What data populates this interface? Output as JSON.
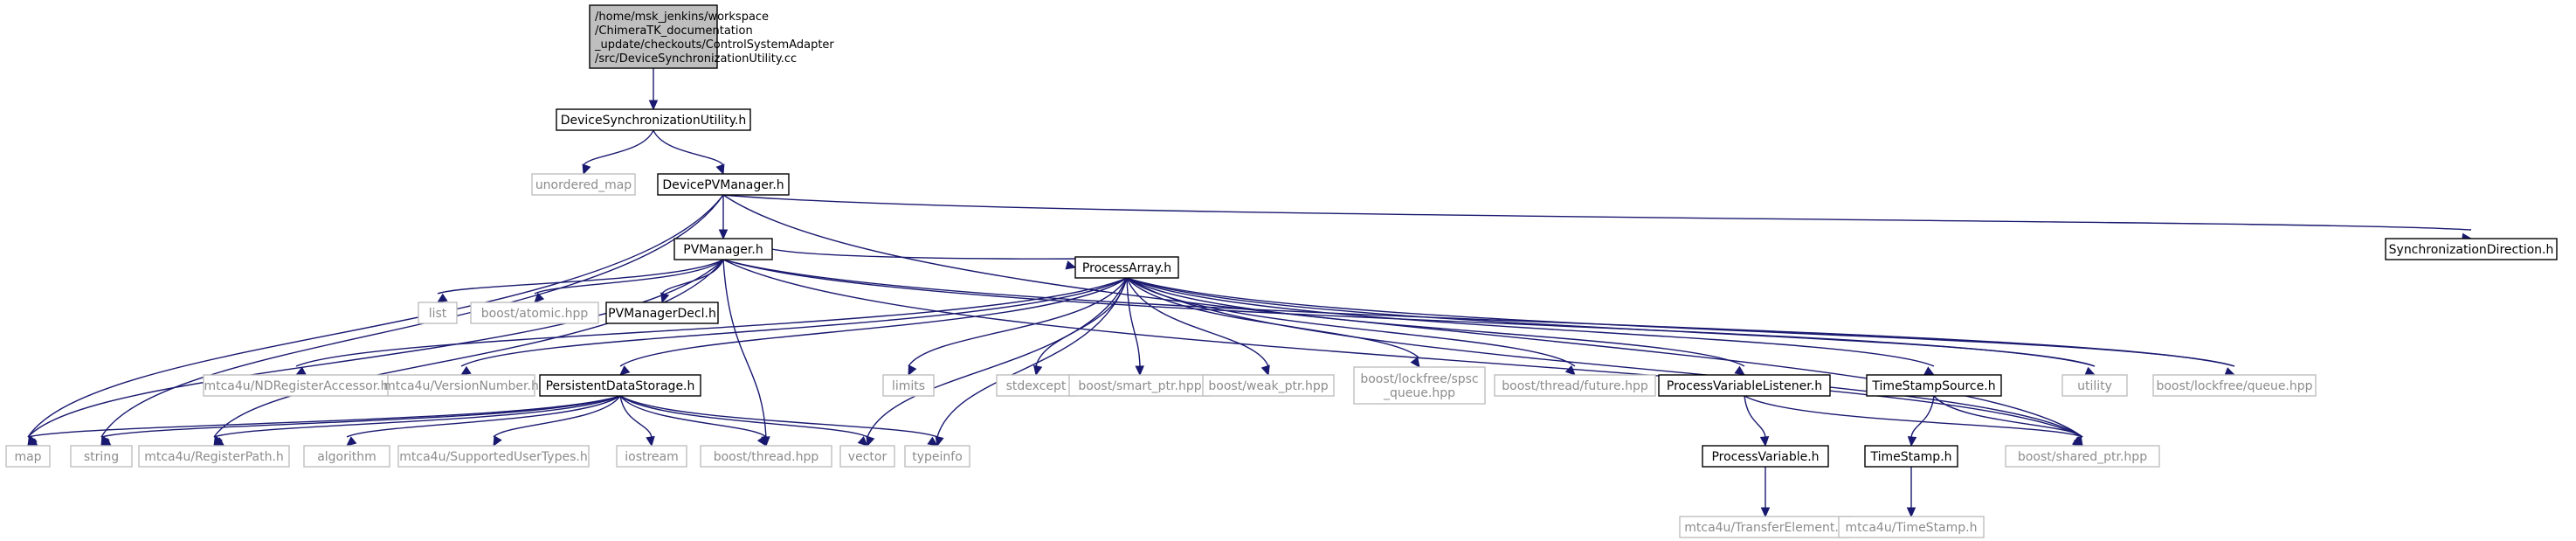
{
  "diagram": {
    "edge_color": "#191970",
    "root_fill": "#bfbfbf",
    "external_border": "#bfbfbf",
    "nodes": [
      {
        "id": "root",
        "kind": "root",
        "lines": [
          "/home/msk_jenkins/workspace",
          "/ChimeraTK_documentation",
          "_update/checkouts/ControlSystemAdapter",
          "/src/DeviceSynchronizationUtility.cc"
        ]
      },
      {
        "id": "dsu",
        "kind": "documented",
        "lines": [
          "DeviceSynchronizationUtility.h"
        ]
      },
      {
        "id": "unordered_map",
        "kind": "external",
        "lines": [
          "unordered_map"
        ]
      },
      {
        "id": "devicepv",
        "kind": "documented",
        "lines": [
          "DevicePVManager.h"
        ]
      },
      {
        "id": "syncdir",
        "kind": "documented",
        "lines": [
          "SynchronizationDirection.h"
        ]
      },
      {
        "id": "pvmanager",
        "kind": "documented",
        "lines": [
          "PVManager.h"
        ]
      },
      {
        "id": "list",
        "kind": "external",
        "lines": [
          "list"
        ]
      },
      {
        "id": "atomic",
        "kind": "external",
        "lines": [
          "boost/atomic.hpp"
        ]
      },
      {
        "id": "pvmdecl",
        "kind": "documented",
        "lines": [
          "PVManagerDecl.h"
        ]
      },
      {
        "id": "processarray",
        "kind": "documented",
        "lines": [
          "ProcessArray.h"
        ]
      },
      {
        "id": "ndreg",
        "kind": "external",
        "lines": [
          "mtca4u/NDRegisterAccessor.h"
        ]
      },
      {
        "id": "version",
        "kind": "external",
        "lines": [
          "mtca4u/VersionNumber.h"
        ]
      },
      {
        "id": "persistent",
        "kind": "documented",
        "lines": [
          "PersistentDataStorage.h"
        ]
      },
      {
        "id": "limits",
        "kind": "external",
        "lines": [
          "limits"
        ]
      },
      {
        "id": "stdexcept",
        "kind": "external",
        "lines": [
          "stdexcept"
        ]
      },
      {
        "id": "smartptr",
        "kind": "external",
        "lines": [
          "boost/smart_ptr.hpp"
        ]
      },
      {
        "id": "weakptr",
        "kind": "external",
        "lines": [
          "boost/weak_ptr.hpp"
        ]
      },
      {
        "id": "spsc",
        "kind": "external",
        "lines": [
          "boost/lockfree/spsc",
          "_queue.hpp"
        ]
      },
      {
        "id": "future",
        "kind": "external",
        "lines": [
          "boost/thread/future.hpp"
        ]
      },
      {
        "id": "pvlistener",
        "kind": "documented",
        "lines": [
          "ProcessVariableListener.h"
        ]
      },
      {
        "id": "tssource",
        "kind": "documented",
        "lines": [
          "TimeStampSource.h"
        ]
      },
      {
        "id": "utility",
        "kind": "external",
        "lines": [
          "utility"
        ]
      },
      {
        "id": "lfqueue",
        "kind": "external",
        "lines": [
          "boost/lockfree/queue.hpp"
        ]
      },
      {
        "id": "map",
        "kind": "external",
        "lines": [
          "map"
        ]
      },
      {
        "id": "string",
        "kind": "external",
        "lines": [
          "string"
        ]
      },
      {
        "id": "regpath",
        "kind": "external",
        "lines": [
          "mtca4u/RegisterPath.h"
        ]
      },
      {
        "id": "algorithm",
        "kind": "external",
        "lines": [
          "algorithm"
        ]
      },
      {
        "id": "supported",
        "kind": "external",
        "lines": [
          "mtca4u/SupportedUserTypes.h"
        ]
      },
      {
        "id": "iostream",
        "kind": "external",
        "lines": [
          "iostream"
        ]
      },
      {
        "id": "thread",
        "kind": "external",
        "lines": [
          "boost/thread.hpp"
        ]
      },
      {
        "id": "vector",
        "kind": "external",
        "lines": [
          "vector"
        ]
      },
      {
        "id": "typeinfo",
        "kind": "external",
        "lines": [
          "typeinfo"
        ]
      },
      {
        "id": "sharedptr",
        "kind": "external",
        "lines": [
          "boost/shared_ptr.hpp"
        ]
      },
      {
        "id": "processvariable",
        "kind": "documented",
        "lines": [
          "ProcessVariable.h"
        ]
      },
      {
        "id": "timestamp",
        "kind": "documented",
        "lines": [
          "TimeStamp.h"
        ]
      },
      {
        "id": "transfer",
        "kind": "external",
        "lines": [
          "mtca4u/TransferElement.h"
        ]
      },
      {
        "id": "mtcats",
        "kind": "external",
        "lines": [
          "mtca4u/TimeStamp.h"
        ]
      }
    ],
    "edges": [
      [
        "root",
        "dsu"
      ],
      [
        "dsu",
        "unordered_map"
      ],
      [
        "dsu",
        "devicepv"
      ],
      [
        "devicepv",
        "syncdir"
      ],
      [
        "devicepv",
        "pvmanager"
      ],
      [
        "devicepv",
        "map"
      ],
      [
        "devicepv",
        "string"
      ],
      [
        "devicepv",
        "sharedptr"
      ],
      [
        "pvmanager",
        "list"
      ],
      [
        "pvmanager",
        "atomic"
      ],
      [
        "pvmanager",
        "pvmdecl"
      ],
      [
        "pvmanager",
        "processarray"
      ],
      [
        "pvmanager",
        "map"
      ],
      [
        "pvmanager",
        "regpath"
      ],
      [
        "pvmanager",
        "thread"
      ],
      [
        "pvmanager",
        "utility"
      ],
      [
        "pvmanager",
        "lfqueue"
      ],
      [
        "pvmanager",
        "sharedptr"
      ],
      [
        "processarray",
        "ndreg"
      ],
      [
        "processarray",
        "version"
      ],
      [
        "processarray",
        "persistent"
      ],
      [
        "processarray",
        "limits"
      ],
      [
        "processarray",
        "stdexcept"
      ],
      [
        "processarray",
        "smartptr"
      ],
      [
        "processarray",
        "weakptr"
      ],
      [
        "processarray",
        "spsc"
      ],
      [
        "processarray",
        "future"
      ],
      [
        "processarray",
        "pvlistener"
      ],
      [
        "processarray",
        "tssource"
      ],
      [
        "processarray",
        "utility"
      ],
      [
        "processarray",
        "lfqueue"
      ],
      [
        "processarray",
        "vector"
      ],
      [
        "processarray",
        "typeinfo"
      ],
      [
        "processarray",
        "sharedptr"
      ],
      [
        "persistent",
        "map"
      ],
      [
        "persistent",
        "string"
      ],
      [
        "persistent",
        "regpath"
      ],
      [
        "persistent",
        "algorithm"
      ],
      [
        "persistent",
        "supported"
      ],
      [
        "persistent",
        "iostream"
      ],
      [
        "persistent",
        "thread"
      ],
      [
        "persistent",
        "vector"
      ],
      [
        "persistent",
        "typeinfo"
      ],
      [
        "pvlistener",
        "processvariable"
      ],
      [
        "pvlistener",
        "sharedptr"
      ],
      [
        "tssource",
        "timestamp"
      ],
      [
        "tssource",
        "sharedptr"
      ],
      [
        "processvariable",
        "transfer"
      ],
      [
        "timestamp",
        "mtcats"
      ]
    ]
  }
}
